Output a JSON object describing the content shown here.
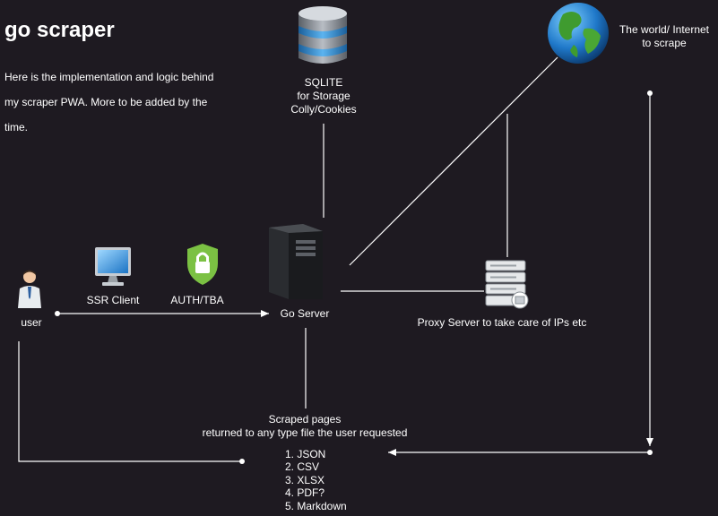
{
  "title": "go scraper",
  "description": [
    "Here is the implementation and logic behind",
    "my scraper PWA. More to be added by the",
    "time."
  ],
  "nodes": {
    "sqlite": [
      "SQLITE",
      "for Storage",
      "Colly/Cookies"
    ],
    "world": [
      "The world/ Internet",
      "to scrape"
    ],
    "user": "user",
    "ssr_client": "SSR Client",
    "auth": "AUTH/TBA",
    "go_server": "Go Server",
    "proxy": "Proxy Server to take care of IPs etc",
    "scraped": [
      "Scraped pages",
      "returned to any type file the user requested"
    ]
  },
  "formats": [
    "1. JSON",
    "2. CSV",
    "3. XLSX",
    "4. PDF?",
    "5. Markdown"
  ],
  "colors": {
    "background": "#1e1a21",
    "line": "#ffffff",
    "auth_shield": "#7bc143"
  }
}
